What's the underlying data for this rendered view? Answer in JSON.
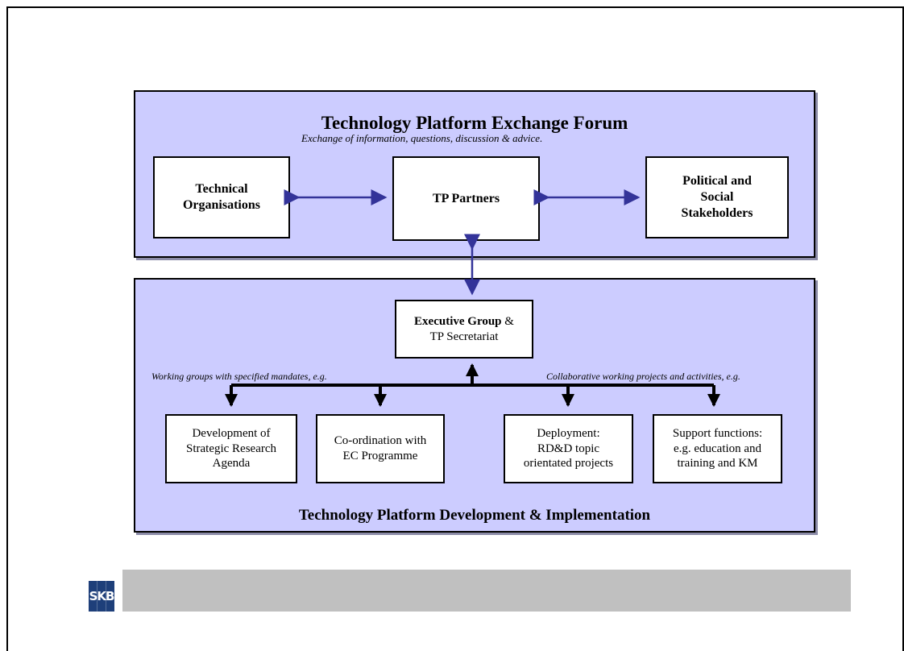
{
  "forum": {
    "title": "Technology Platform Exchange Forum",
    "subtitle": "Exchange of information, questions, discussion & advice.",
    "left_box": {
      "line1": "Technical",
      "line2": "Organisations"
    },
    "center_box": "TP Partners",
    "right_box": {
      "line1": "Political and",
      "line2": "Social",
      "line3": "Stakeholders"
    }
  },
  "implementation": {
    "title": "Technology Platform Development & Implementation",
    "executive": {
      "bold": "Executive Group",
      "amp": " &",
      "line2": "TP Secretariat"
    },
    "caption_left": "Working groups with specified mandates, e.g.",
    "caption_right": "Collaborative working projects and activities, e.g.",
    "sub_boxes": [
      {
        "line1": "Development of",
        "line2": "Strategic Research",
        "line3": "Agenda"
      },
      {
        "line1": "Co-ordination with",
        "line2": "EC Programme"
      },
      {
        "line1": "Deployment:",
        "line2": "RD&D topic",
        "line3": "orientated projects"
      },
      {
        "line1": "Support functions:",
        "line2": "e.g. education and",
        "line3": "training and KM"
      }
    ]
  },
  "logo": {
    "text": "SKB"
  },
  "colors": {
    "panel": "#ccccff",
    "arrow": "#333399",
    "footer_bar": "#c0c0c0",
    "logo": "#1e3f7a"
  }
}
